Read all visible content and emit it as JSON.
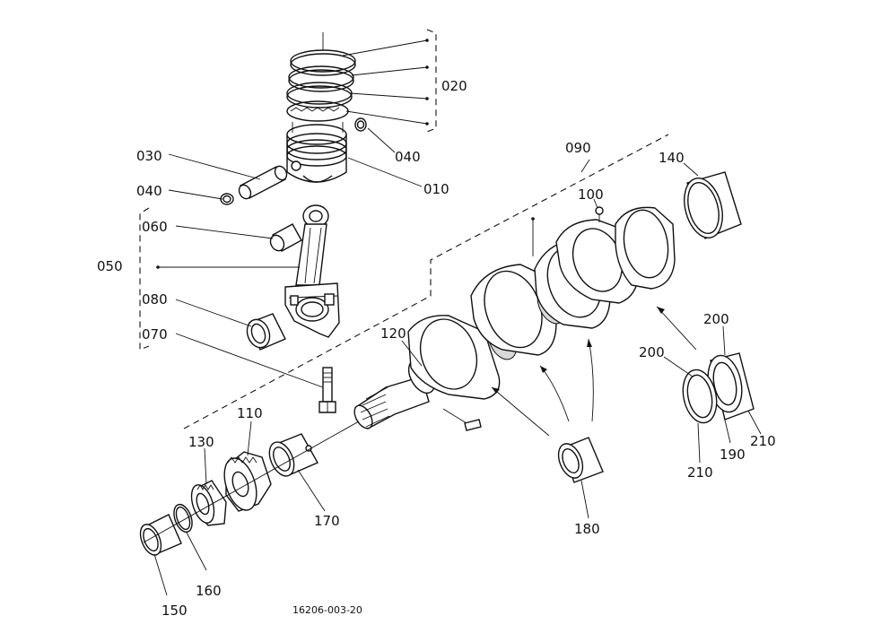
{
  "labels": {
    "p010": "010",
    "p020": "020",
    "p030": "030",
    "p040a": "040",
    "p040b": "040",
    "p050": "050",
    "p060": "060",
    "p070": "070",
    "p080": "080",
    "p090": "090",
    "p100": "100",
    "p110": "110",
    "p120": "120",
    "p130": "130",
    "p140": "140",
    "p150": "150",
    "p160": "160",
    "p170": "170",
    "p180": "180",
    "p190": "190",
    "p200a": "200",
    "p200b": "200",
    "p210a": "210",
    "p210b": "210"
  },
  "drawing_code": "16206-003-20"
}
